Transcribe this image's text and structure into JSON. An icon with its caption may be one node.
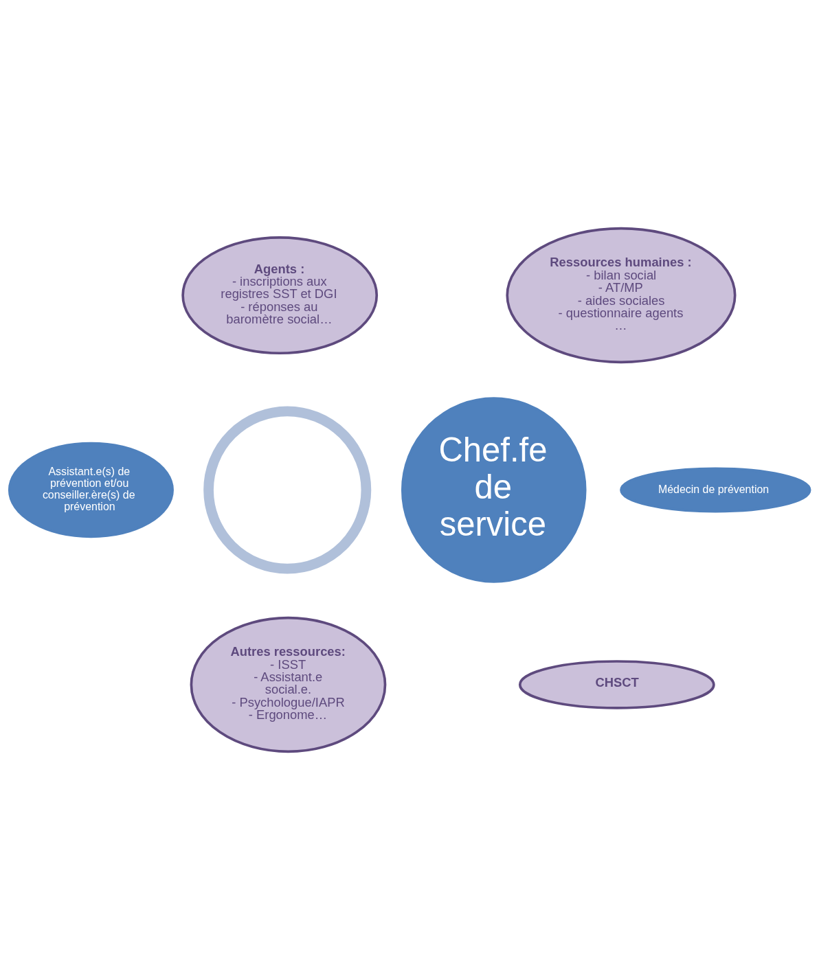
{
  "diagram": {
    "nodes": [
      {
        "text": [
          "Agents :",
          "- inscriptions aux registres SST et DGI",
          "- réponses au baromètre social…"
        ]
      },
      {
        "text": [
          "Ressources humaines :",
          "- bilan social",
          "- AT/MP",
          "- aides sociales",
          "- questionnaire agents",
          "…"
        ]
      },
      {
        "text": [],
        "shape": "circle"
      },
      {
        "text": [
          "Assistant.e(s) de prévention et/ou conseiller.ère(s) de prévention"
        ]
      },
      {
        "text": [
          "Chef.fe de service"
        ]
      },
      {
        "text": [
          "Médecin de prévention"
        ]
      },
      {
        "text": [
          "Autres ressources:",
          "- ISST",
          "- Assistant.e social.e.",
          "- Psychologue/IAPR",
          "- Ergonome…"
        ]
      },
      {
        "text": [
          "CHSCT"
        ]
      }
    ]
  }
}
